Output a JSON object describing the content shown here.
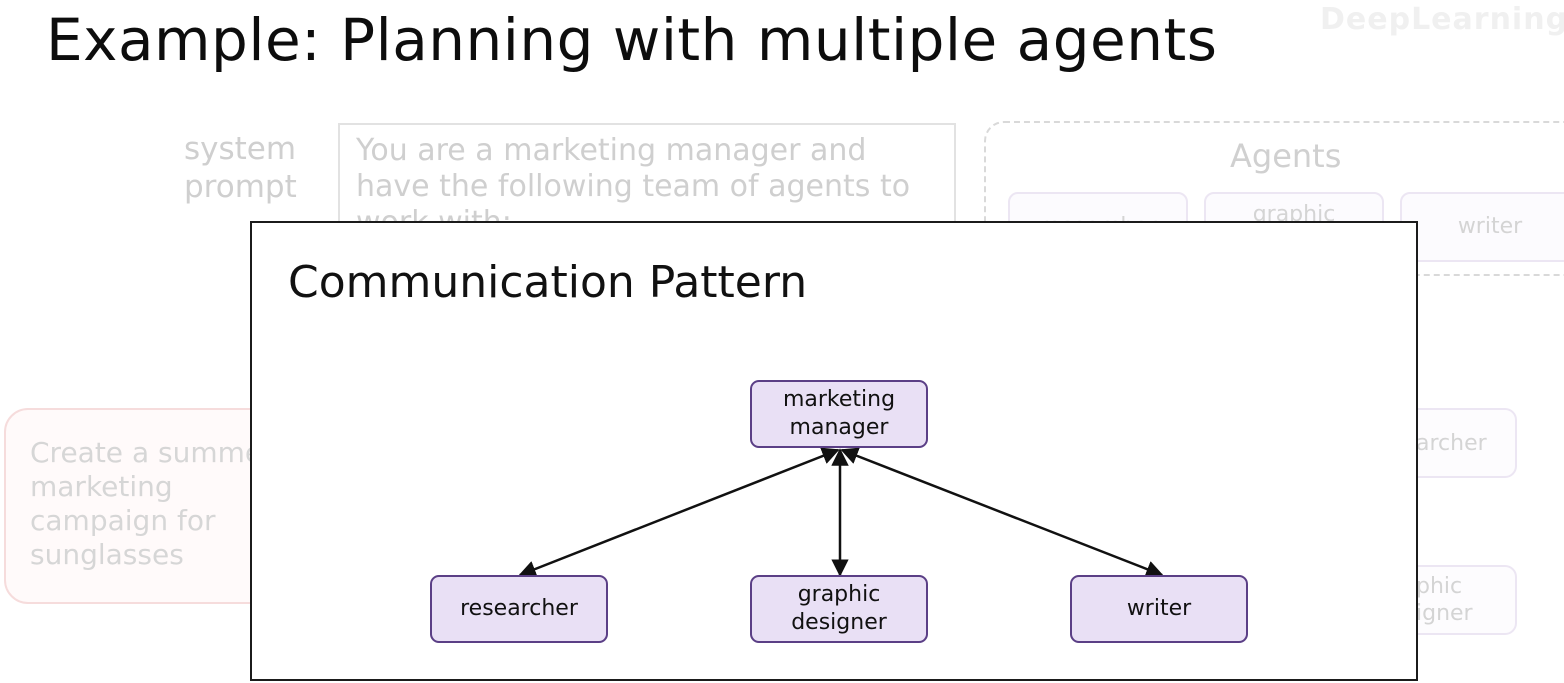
{
  "slide": {
    "title": "Example: Planning with multiple agents",
    "logo_text": "DeepLearning.AI"
  },
  "background": {
    "system_prompt_label": "system\nprompt",
    "system_prompt_text": "You are a marketing manager and have the following team of agents to work with:",
    "agents_title": "Agents",
    "agents": [
      "researcher",
      "graphic designer",
      "writer"
    ],
    "task_text": "Create a summer marketing campaign for sunglasses",
    "right_chips": [
      "archer",
      "phic\nigner"
    ]
  },
  "overlay": {
    "title": "Communication Pattern",
    "nodes": {
      "manager": "marketing manager",
      "researcher": "researcher",
      "designer": "graphic designer",
      "writer": "writer"
    }
  }
}
